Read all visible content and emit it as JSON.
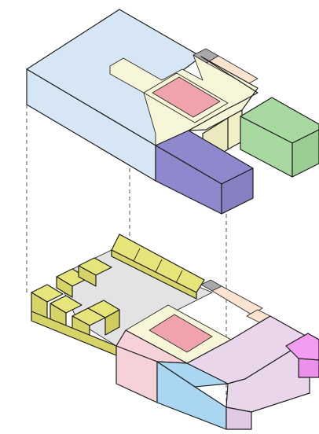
{
  "diagram": {
    "type": "exploded-axonometric",
    "levels": [
      "upper-floor",
      "ground-floor"
    ],
    "colors": {
      "pale_blue": "#d7e6f5",
      "pale_yellow": "#f8f6d8",
      "pink": "#f1a3ac",
      "peach": "#fbe3cf",
      "green": "#a8d9a0",
      "purple": "#8e89cc",
      "gray": "#a9a9a9",
      "yellow": "#e6e57a",
      "light_gray": "#e3e3e3",
      "light_pink": "#f7d1d8",
      "sky_blue": "#a9d6f0",
      "lavender": "#e9d6ea",
      "magenta": "#f29cf2"
    }
  }
}
